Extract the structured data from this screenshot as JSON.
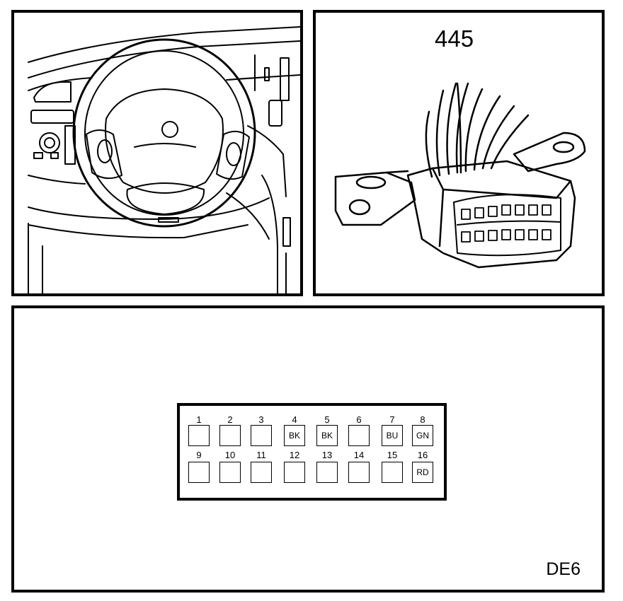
{
  "connector_view": {
    "ref_number": "445"
  },
  "pinout": {
    "diagram_code": "DE6",
    "top_row": [
      {
        "num": "1",
        "color": ""
      },
      {
        "num": "2",
        "color": ""
      },
      {
        "num": "3",
        "color": ""
      },
      {
        "num": "4",
        "color": "BK"
      },
      {
        "num": "5",
        "color": "BK"
      },
      {
        "num": "6",
        "color": ""
      },
      {
        "num": "7",
        "color": "BU"
      },
      {
        "num": "8",
        "color": "GN"
      }
    ],
    "bottom_row": [
      {
        "num": "9",
        "color": ""
      },
      {
        "num": "10",
        "color": ""
      },
      {
        "num": "11",
        "color": ""
      },
      {
        "num": "12",
        "color": ""
      },
      {
        "num": "13",
        "color": ""
      },
      {
        "num": "14",
        "color": ""
      },
      {
        "num": "15",
        "color": ""
      },
      {
        "num": "16",
        "color": "RD"
      }
    ]
  }
}
